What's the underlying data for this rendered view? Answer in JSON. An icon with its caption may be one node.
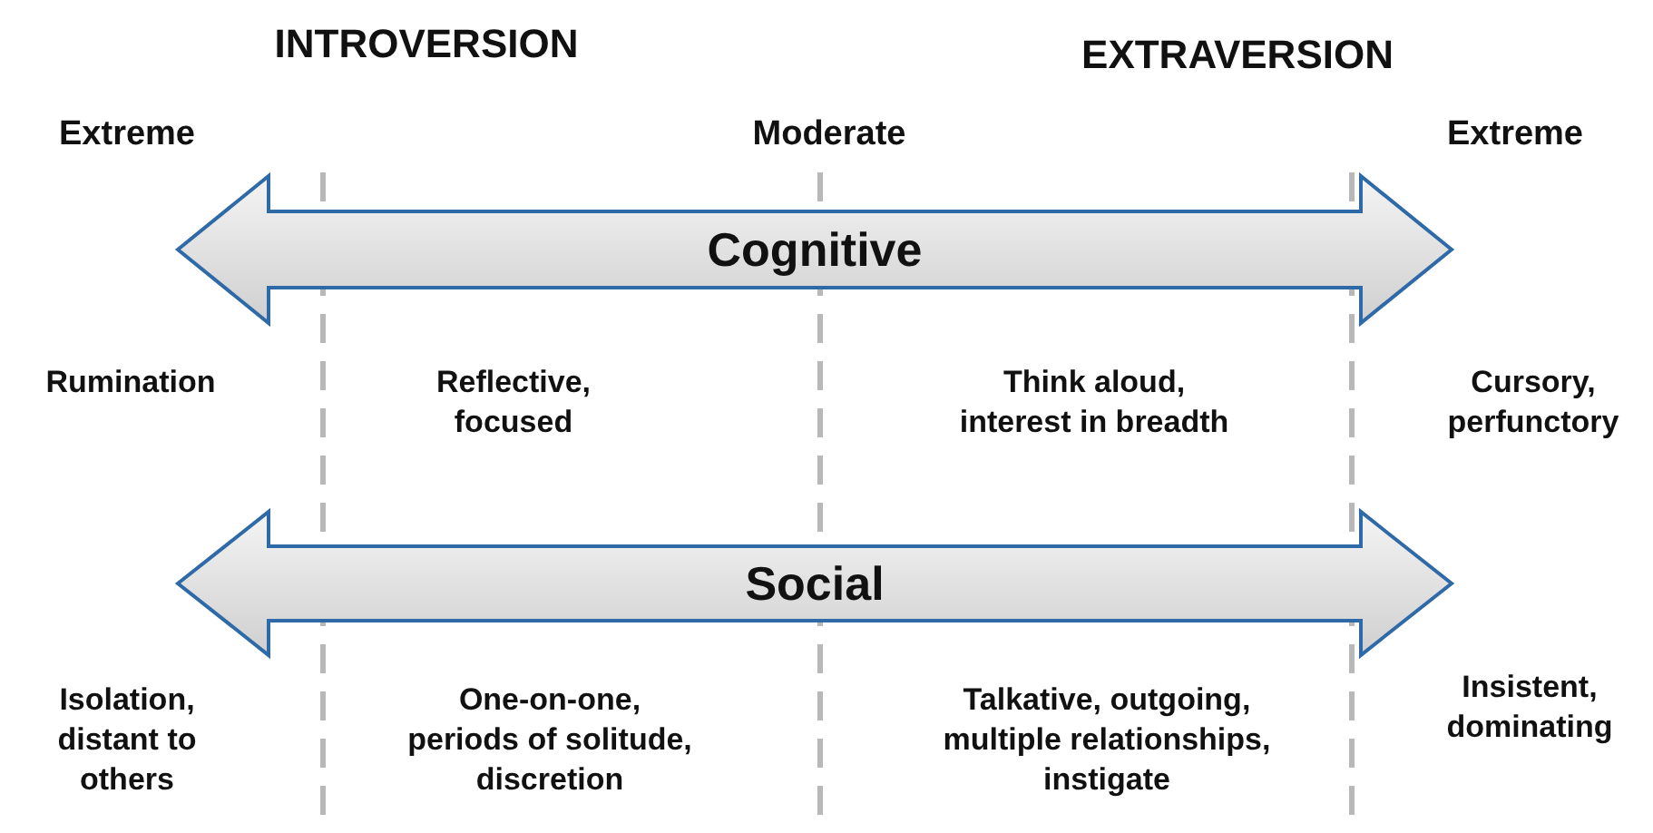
{
  "diagram": {
    "nodes": [
      {
        "text": [
          "Cognitive"
        ]
      },
      {
        "text": [
          "Social"
        ]
      }
    ],
    "labels": [
      "INTROVERSION",
      "EXTRAVERSION",
      "Extreme",
      "Moderate",
      "Extreme",
      "Rumination",
      "Reflective, focused",
      "Think aloud, interest in breadth",
      "Cursory, perfunctory",
      "Isolation, distant to others",
      "One-on-one, periods of solitude, discretion",
      "Talkative, outgoing, multiple relationships, instigate",
      "Insistent, dominating"
    ]
  }
}
